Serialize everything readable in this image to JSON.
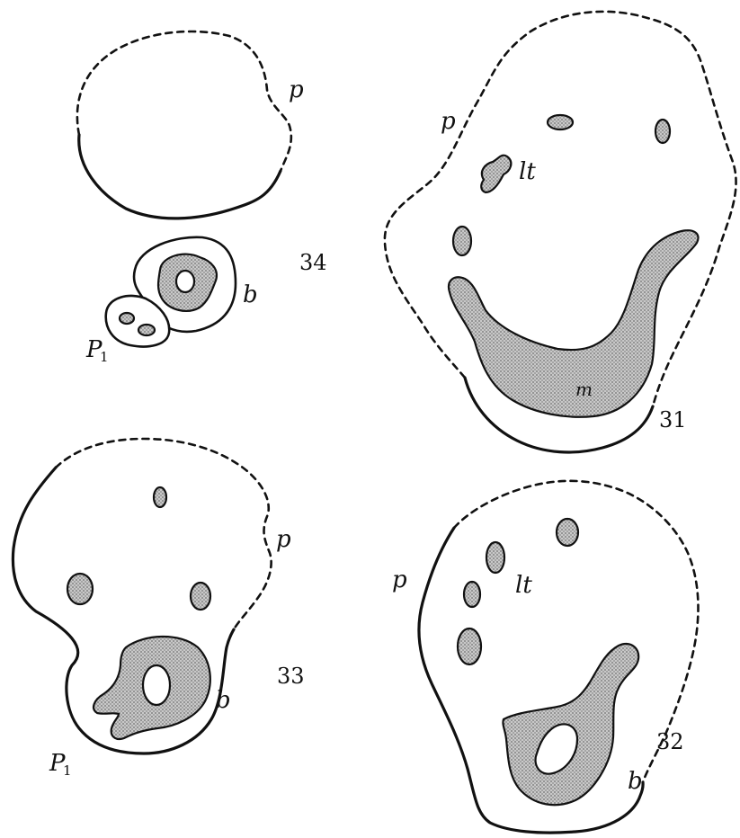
{
  "figures": {
    "fig34": {
      "number": "34",
      "labels": {
        "p": "p",
        "b": "b",
        "p1_main": "P",
        "p1_sub": "1"
      }
    },
    "fig31": {
      "number": "31",
      "labels": {
        "p": "p",
        "lt": "lt",
        "m": "m"
      }
    },
    "fig33": {
      "number": "33",
      "labels": {
        "p": "p",
        "b": "b",
        "p1_main": "P",
        "p1_sub": "1"
      }
    },
    "fig32": {
      "number": "32",
      "labels": {
        "p": "p",
        "lt": "lt",
        "b": "b"
      }
    }
  },
  "colors": {
    "ink": "#111111",
    "stipple": "#8a8a8a",
    "paper": "#ffffff"
  }
}
